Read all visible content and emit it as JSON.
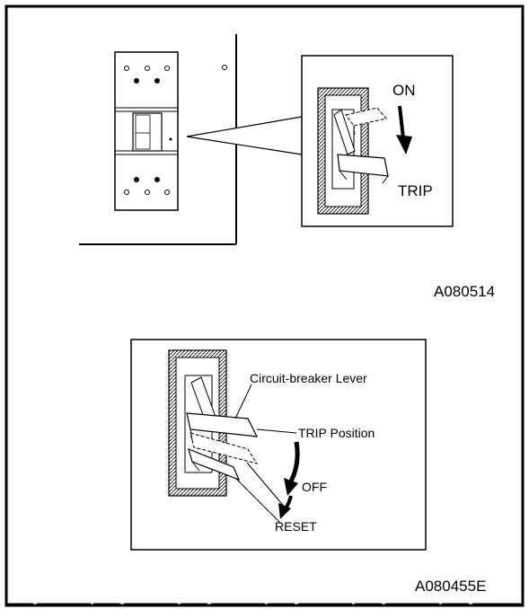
{
  "figure_top": {
    "label_on": "ON",
    "label_trip": "TRIP",
    "figure_code": "A080514"
  },
  "figure_bottom": {
    "label_lever": "Circuit-breaker Lever",
    "label_trip_position": "TRIP Position",
    "label_off": "OFF",
    "label_reset": "RESET",
    "figure_code": "A080455E"
  }
}
